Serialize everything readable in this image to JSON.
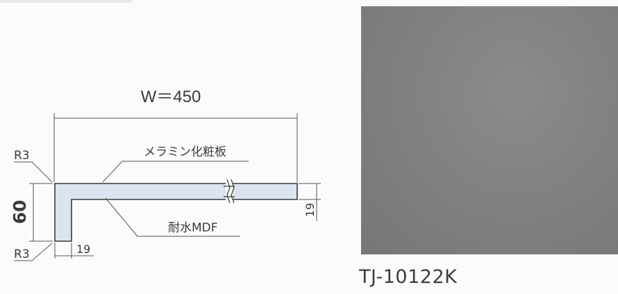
{
  "diagram": {
    "width_label": "W＝450",
    "surface_label": "メラミン化粧板",
    "core_label": "耐水MDF",
    "radius_top": "R3",
    "radius_bottom": "R3",
    "height_label": "60",
    "leg_thickness": "19",
    "shelf_thickness": "19"
  },
  "product": {
    "code": "TJ-10122K",
    "swatch_color": "#808080"
  }
}
